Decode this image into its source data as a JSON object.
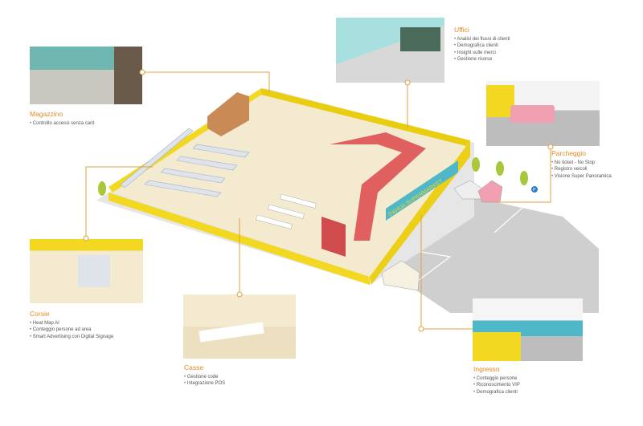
{
  "sections": [
    {
      "id": "magazzino",
      "title": "Magazzino",
      "items": [
        "Controllo accessi senza card"
      ]
    },
    {
      "id": "uffici",
      "title": "Uffici",
      "items": [
        "Analisi dei flussi di clienti",
        "Demografica clienti",
        "Insight sulle merci",
        "Gestione risorse"
      ]
    },
    {
      "id": "parcheggio",
      "title": "Parcheggio",
      "items": [
        "No ticket - No Stop",
        "Registro veicoli",
        "Visione Super Panoramica"
      ]
    },
    {
      "id": "corsie",
      "title": "Corsie",
      "items": [
        "Heat Map AI",
        "Conteggio persone ad area",
        "Smart Advertising con Digital Signage"
      ]
    },
    {
      "id": "casse",
      "title": "Casse",
      "items": [
        "Gestione code",
        "Integrazione POS"
      ]
    },
    {
      "id": "ingresso",
      "title": "Ingresso",
      "items": [
        "Conteggio persone",
        "Riconoscimento VIP",
        "Demografica clienti"
      ]
    }
  ],
  "store_sign": "DAHUA SUPERMARKET",
  "parking_sign": "P",
  "colors": {
    "accent": "#e08a1e",
    "line": "#e0a040",
    "wall": "#f2d820",
    "floor": "#f3ead0",
    "road": "#c9c9c9"
  }
}
